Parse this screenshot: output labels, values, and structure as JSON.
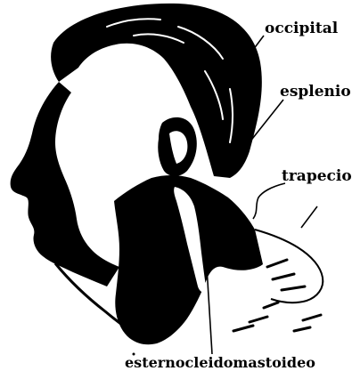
{
  "labels": {
    "occipital": "occipital",
    "esplenio": "esplenio",
    "trapecio": "trapecio",
    "esternocleidomastoideo": "esternocleidomastoideo"
  },
  "colors": {
    "ink": "#000000",
    "paper": "#ffffff"
  }
}
